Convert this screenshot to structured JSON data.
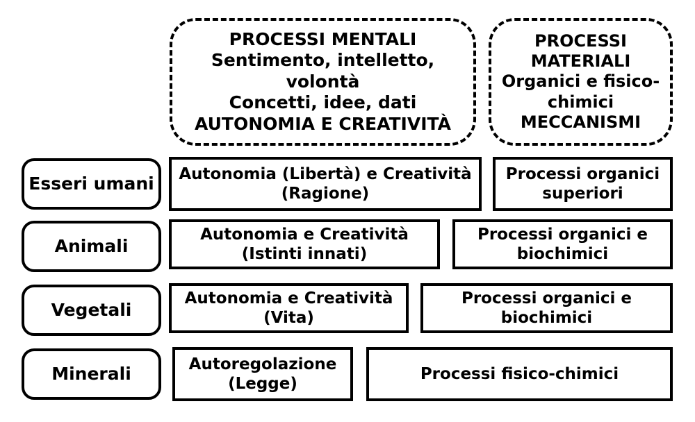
{
  "diagram": {
    "title_columns": [
      {
        "id": "processi-mentali",
        "lines": [
          "PROCESSI MENTALI",
          "Sentimento, intelletto, volontà",
          "Concetti, idee, dati",
          "AUTONOMIA E CREATIVITÀ"
        ],
        "text": "PROCESSI MENTALI\nSentimento, intelletto, volontà\nConcetti, idee, dati\nAUTONOMIA E CREATIVITÀ"
      },
      {
        "id": "processi-materiali",
        "lines": [
          "PROCESSI",
          "MATERIALI",
          "Organici e fisico-",
          "chimici",
          "MECCANISMI"
        ],
        "text": "PROCESSI\nMATERIALI\nOrganici e fisico-\nchimici\nMECCANISMI"
      }
    ],
    "rows": [
      {
        "category": "Esseri umani",
        "mental": "Autonomia (Libertà) e Creatività\n(Ragione)",
        "material": "Processi organici\nsuperiori"
      },
      {
        "category": "Animali",
        "mental": "Autonomia e Creatività\n(Istinti innati)",
        "material": "Processi organici e\nbiochimici"
      },
      {
        "category": "Vegetali",
        "mental": "Autonomia e Creatività\n(Vita)",
        "material": "Processi organici e\nbiochimici"
      },
      {
        "category": "Minerali",
        "mental": "Autoregolazione\n(Legge)",
        "material": "Processi fisico-chimici"
      }
    ],
    "colors": {
      "stroke": "#000000",
      "background": "#ffffff",
      "text": "#000000"
    }
  }
}
